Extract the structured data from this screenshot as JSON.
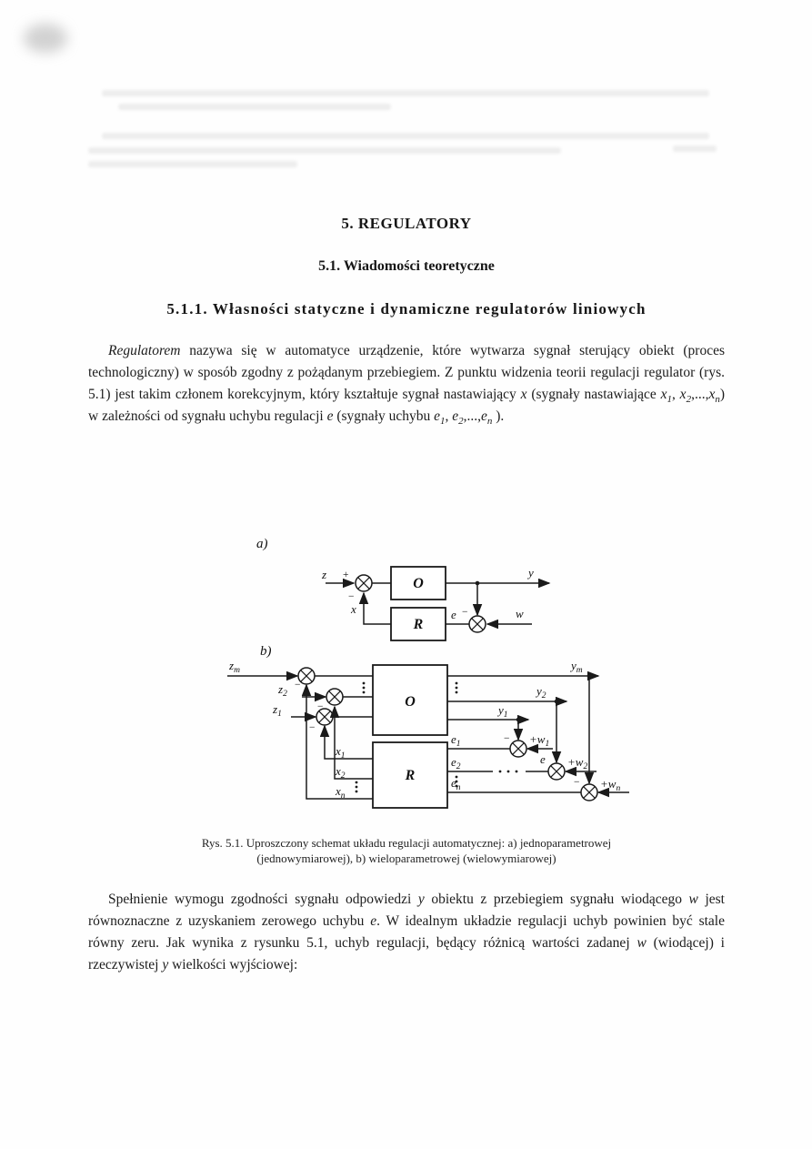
{
  "headings": {
    "chapter": "5. REGULATORY",
    "section": "5.1. Wiadomości teoretyczne",
    "subsection": "5.1.1. Własności statyczne i dynamiczne regulatorów liniowych"
  },
  "p1": {
    "t1": "Regulatorem",
    "t2": " nazywa się w automatyce urządzenie, które wytwarza sygnał sterujący obiekt (proces technologiczny) w sposób zgodny z pożądanym przebiegiem. Z punktu widzenia teorii regulacji regulator (rys. 5.1) jest takim członem korekcyjnym, który kształtuje sygnał nastawiający ",
    "x": "x",
    "t3": " (sygnały nastawiające ",
    "comma": ", ",
    "dots": ",...,",
    "t4": ") w zależności od sygnału uchybu regulacji ",
    "e": "e",
    "t5": " (sygnały uchybu ",
    "t6": " ).",
    "sub1": "1",
    "sub2": "2",
    "subn": "n"
  },
  "figure": {
    "a_tag": "a)",
    "b_tag": "b)",
    "block_o": "O",
    "block_r": "R",
    "z": "z",
    "y": "y",
    "x": "x",
    "e": "e",
    "w": "w",
    "pw": "+w",
    "plus": "+",
    "minus": "−",
    "sub1": "1",
    "sub2": "2",
    "subn": "n",
    "subm": "m"
  },
  "caption": {
    "line1": "Rys. 5.1. Uproszczony schemat układu regulacji automatycznej: a) jednoparametrowej",
    "line2": "(jednowymiarowej), b) wieloparametrowej (wielowymiarowej)"
  },
  "p2": {
    "t1": "Spełnienie wymogu zgodności sygnału odpowiedzi ",
    "y": "y",
    "t2": " obiektu z przebiegiem sygnału wiodącego ",
    "w": "w",
    "t3": " jest równoznaczne z uzyskaniem zerowego uchybu ",
    "e": "e",
    "t4": ". W idealnym układzie regulacji uchyb powinien być stale równy zeru. Jak wynika z rysunku 5.1, uchyb regulacji, będący różnicą wartości zadanej ",
    "t5": " (wiodącej) i rzeczywistej ",
    "t6": " wielkości wyjściowej:"
  }
}
